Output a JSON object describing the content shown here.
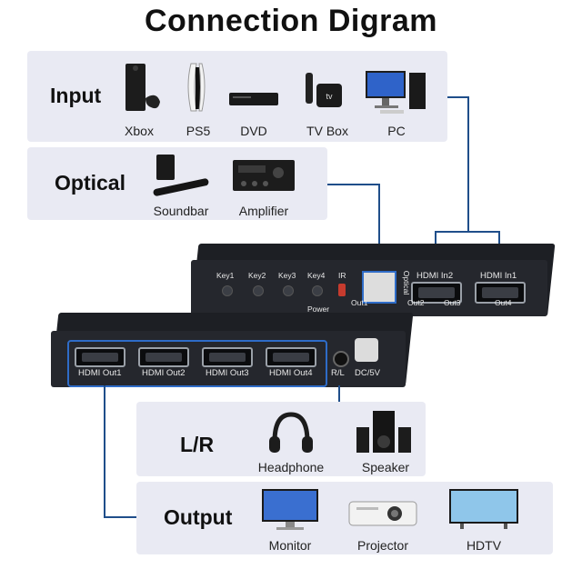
{
  "title": "Connection Digram",
  "input": {
    "label": "Input",
    "devices": [
      {
        "name": "Xbox",
        "icon": "xbox-icon"
      },
      {
        "name": "PS5",
        "icon": "ps5-icon"
      },
      {
        "name": "DVD",
        "icon": "dvd-icon"
      },
      {
        "name": "TV Box",
        "icon": "tvbox-icon"
      },
      {
        "name": "PC",
        "icon": "pc-icon"
      }
    ]
  },
  "optical": {
    "label": "Optical",
    "devices": [
      {
        "name": "Soundbar",
        "icon": "soundbar-icon"
      },
      {
        "name": "Amplifier",
        "icon": "amplifier-icon"
      }
    ]
  },
  "back_unit": {
    "keys": [
      "Key1",
      "Key2",
      "Key3",
      "Key4"
    ],
    "ir": "IR",
    "optical": "Optical",
    "hdmi_in2": "HDMI In2",
    "hdmi_in1": "HDMI In1",
    "power": "Power",
    "out1": "Out1",
    "out2": "Out2",
    "out3": "Out3",
    "out4": "Out4",
    "in1": "In1",
    "in2": "In2"
  },
  "front_unit": {
    "outputs": [
      "HDMI Out1",
      "HDMI Out2",
      "HDMI Out3",
      "HDMI Out4"
    ],
    "rl": "R/L",
    "dc": "DC/5V"
  },
  "lr": {
    "label": "L/R",
    "devices": [
      {
        "name": "Headphone",
        "icon": "headphone-icon"
      },
      {
        "name": "Speaker",
        "icon": "speaker-icon"
      }
    ]
  },
  "output": {
    "label": "Output",
    "devices": [
      {
        "name": "Monitor",
        "icon": "monitor-icon"
      },
      {
        "name": "Projector",
        "icon": "projector-icon"
      },
      {
        "name": "HDTV",
        "icon": "hdtv-icon"
      }
    ]
  },
  "colors": {
    "panel": "#e9eaf3",
    "wire": "#1f4e8a",
    "device_body": "#1d1f24",
    "highlight": "#2e6cc8"
  }
}
